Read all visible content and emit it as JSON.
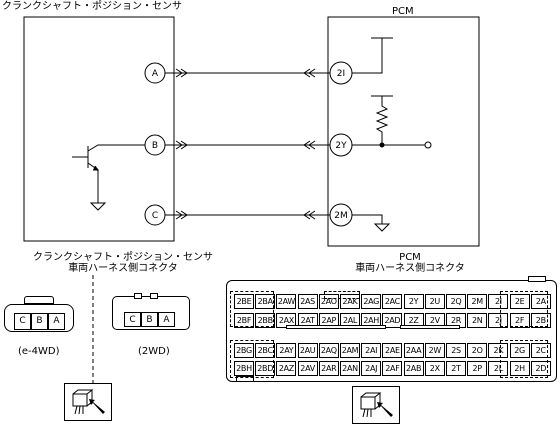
{
  "sensor_title": "クランクシャフト・ポジション・センサ",
  "pcm_title": "PCM",
  "wires": [
    {
      "sensor_term": "A",
      "pcm_term": "2I"
    },
    {
      "sensor_term": "B",
      "pcm_term": "2Y"
    },
    {
      "sensor_term": "C",
      "pcm_term": "2M"
    }
  ],
  "sensor_connector": {
    "title_line1": "クランクシャフト・ポジション・センサ",
    "title_line2": "車両ハーネス側コネクタ",
    "pins": [
      "C",
      "B",
      "A"
    ],
    "variant1": "(e-4WD)",
    "variant2": "(2WD)"
  },
  "pcm_connector": {
    "title_line1": "PCM",
    "title_line2": "車両ハーネス側コネクタ",
    "upper_rows": [
      [
        "2BE",
        "2BA",
        "2AW",
        "2AS",
        "2AO",
        "2AK",
        "2AG",
        "2AC",
        "2Y",
        "2U",
        "2Q",
        "2M",
        "2I",
        "2E",
        "2A"
      ],
      [
        "2BF",
        "2BB",
        "2AX",
        "2AT",
        "2AP",
        "2AL",
        "2AH",
        "2AD",
        "2Z",
        "2V",
        "2R",
        "2N",
        "2J",
        "2F",
        "2B"
      ]
    ],
    "lower_rows": [
      [
        "2BG",
        "2BC",
        "2AY",
        "2AU",
        "2AQ",
        "2AM",
        "2AI",
        "2AE",
        "2AA",
        "2W",
        "2S",
        "2O",
        "2K",
        "2G",
        "2C"
      ],
      [
        "2BH",
        "2BD",
        "2AZ",
        "2AV",
        "2AR",
        "2AN",
        "2AJ",
        "2AF",
        "2AB",
        "2X",
        "2T",
        "2P",
        "2L",
        "2H",
        "2D"
      ]
    ]
  }
}
